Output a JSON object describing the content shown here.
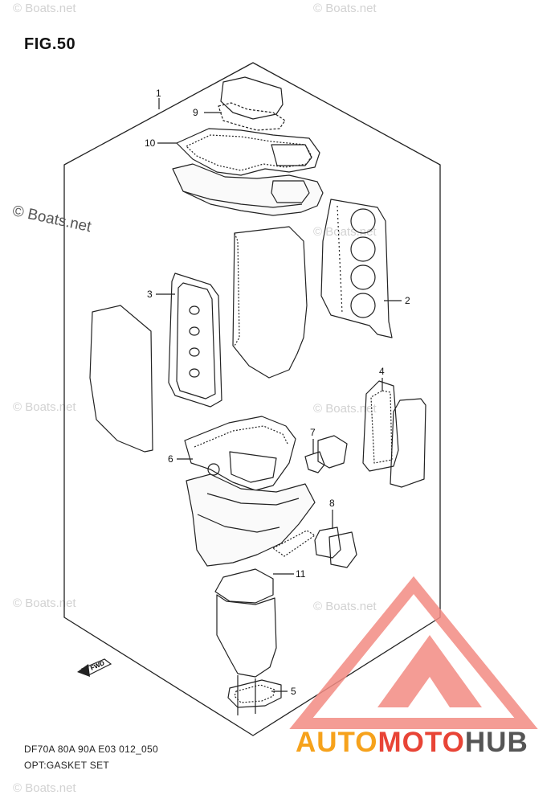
{
  "figure": {
    "title": "FIG.50"
  },
  "watermarks": {
    "items": [
      "© Boats.net",
      "© Boats.net",
      "© Boats.net",
      "© Boats.net",
      "© Boats.net",
      "© Boats.net",
      "© Boats.net",
      "© Boats.net"
    ],
    "main": "© Boats.net"
  },
  "callouts": [
    "1",
    "2",
    "3",
    "4",
    "5",
    "6",
    "7",
    "8",
    "9",
    "10",
    "11"
  ],
  "fwd_label": "FWD",
  "footer": {
    "model_code": "DF70A 80A 90A E03 012_050",
    "title": "OPT:GASKET SET"
  },
  "brand": {
    "part1": "AUTO",
    "part2": "MOTO",
    "part3": "HUB"
  },
  "colors": {
    "brand_orange": "#f6a21c",
    "brand_red": "#e84436",
    "brand_gray": "#555555",
    "line": "#222222"
  }
}
